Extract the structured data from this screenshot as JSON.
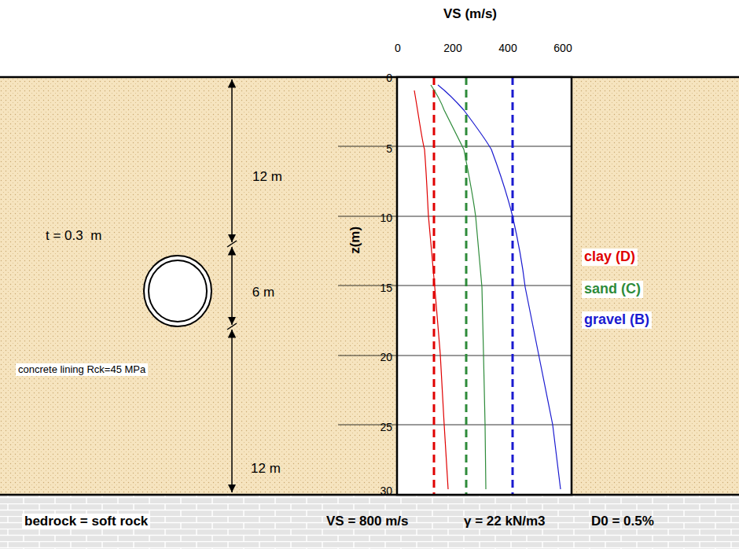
{
  "diagram": {
    "labels": [
      "VS (m/s)",
      "0",
      "200",
      "400",
      "600",
      "0",
      "5",
      "10",
      "15",
      "20",
      "25",
      "30",
      "z(m)",
      "12 m",
      "6 m",
      "12 m",
      "t = 0.3  m",
      "concrete lining Rck=45 MPa",
      "clay (D)",
      "sand (C)",
      "gravel (B)",
      "bedrock = soft rock",
      "VS = 800 m/s",
      "γ = 22 kN/m3",
      "D0 = 0.5%"
    ]
  }
}
